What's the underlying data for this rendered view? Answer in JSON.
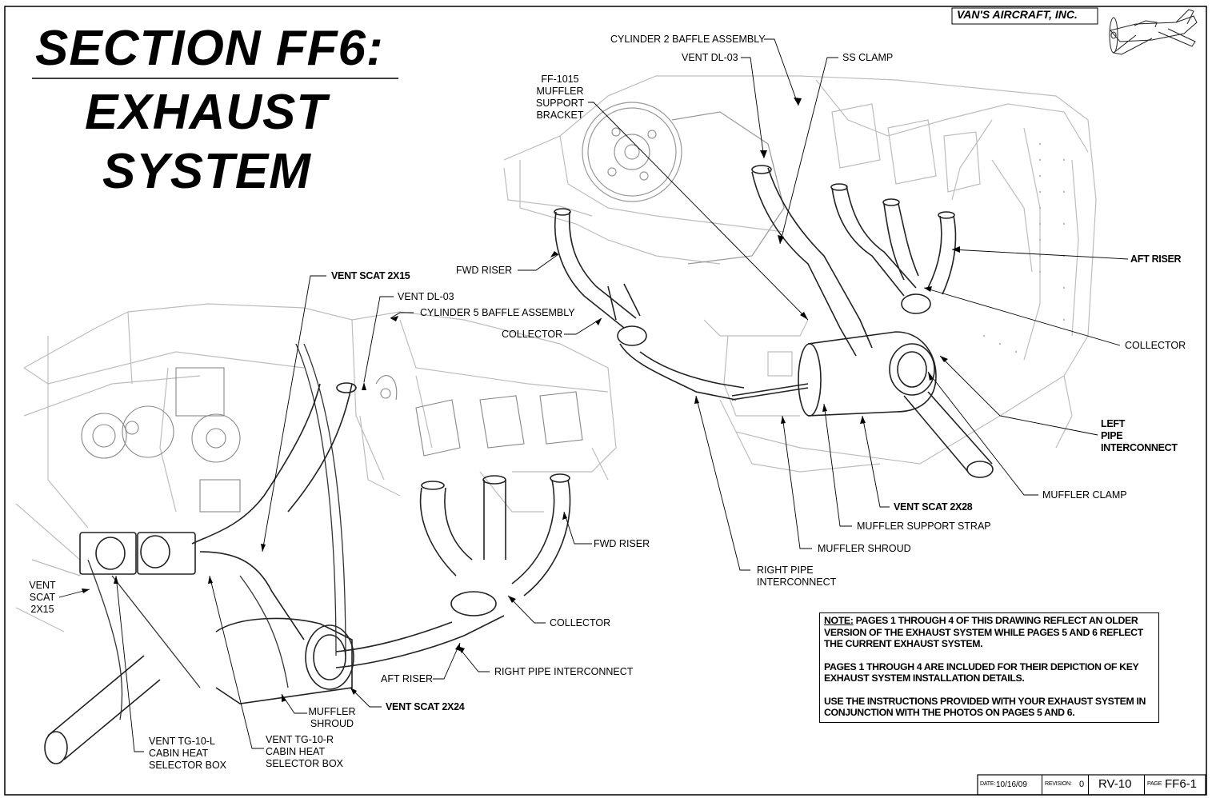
{
  "title": {
    "line1": "SECTION FF6:",
    "line2": "EXHAUST",
    "line3": "SYSTEM"
  },
  "company": "VAN'S AIRCRAFT, INC.",
  "labels": {
    "cyl2_baffle": "CYLINDER 2 BAFFLE ASSEMBLY",
    "vent_dl03_top": "VENT DL-03",
    "ss_clamp": "SS CLAMP",
    "ff1015": "FF-1015\nMUFFLER\nSUPPORT\nBRACKET",
    "fwd_riser_top": "FWD RISER",
    "aft_riser_top": "AFT RISER",
    "collector_right": "COLLECTOR",
    "left_pipe": "LEFT\nPIPE\nINTERCONNECT",
    "muffler_clamp": "MUFFLER CLAMP",
    "vent_scat_2x28": "VENT SCAT 2X28",
    "muffler_support_strap": "MUFFLER SUPPORT STRAP",
    "muffler_shroud_top": "MUFFLER SHROUD",
    "right_pipe_top": "RIGHT PIPE\nINTERCONNECT",
    "vent_scat_2x15_bold": "VENT SCAT 2X15",
    "vent_dl03_mid": "VENT DL-03",
    "cyl5_baffle": "CYLINDER 5 BAFFLE ASSEMBLY",
    "collector_mid": "COLLECTOR",
    "fwd_riser_bottom": "FWD RISER",
    "vent_scat_2x15_left": "VENT\nSCAT\n2X15",
    "collector_bottom": "COLLECTOR",
    "right_pipe_bottom": "RIGHT PIPE INTERCONNECT",
    "aft_riser_bottom": "AFT RISER",
    "vent_scat_2x24": "VENT SCAT 2X24",
    "muffler_shroud_bottom": "MUFFLER\nSHROUD",
    "vent_tg10l": "VENT TG-10-L\nCABIN HEAT\nSELECTOR BOX",
    "vent_tg10r": "VENT TG-10-R\nCABIN HEAT\nSELECTOR BOX"
  },
  "note": {
    "heading": "NOTE:",
    "p1": " PAGES 1 THROUGH 4 OF THIS DRAWING REFLECT AN OLDER VERSION OF THE EXHAUST SYSTEM WHILE PAGES 5 AND 6 REFLECT THE CURRENT EXHAUST SYSTEM.",
    "p2": "PAGES 1 THROUGH 4 ARE INCLUDED FOR THEIR DEPICTION OF KEY EXHAUST SYSTEM INSTALLATION DETAILS.",
    "p3": "USE THE INSTRUCTIONS PROVIDED WITH YOUR EXHAUST SYSTEM IN CONJUNCTION WITH THE PHOTOS ON PAGES 5 AND 6."
  },
  "title_block": {
    "date_label": "DATE:",
    "date": "10/16/09",
    "revision_label": "REVISION:",
    "revision": "0",
    "model": "RV-10",
    "page_label": "PAGE",
    "page": "FF6-1"
  }
}
